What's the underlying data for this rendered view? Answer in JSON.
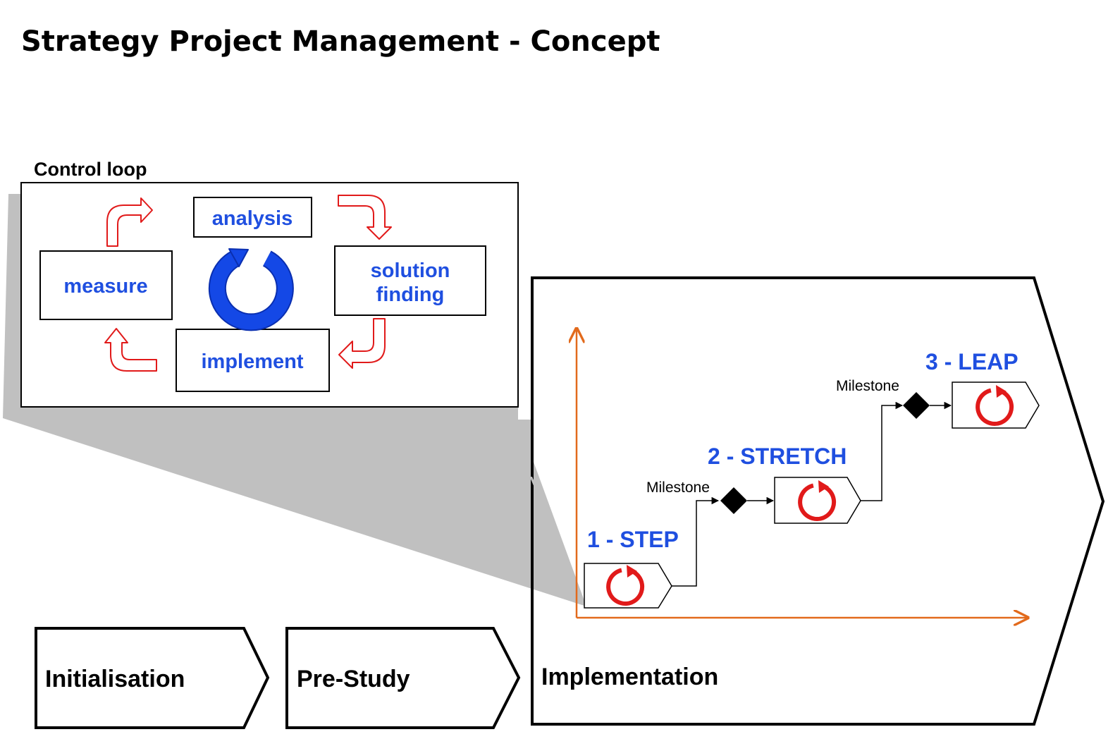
{
  "title": "Strategy Project Management - Concept",
  "control_loop": {
    "heading": "Control loop",
    "steps": {
      "analysis": "analysis",
      "solution_line1": "solution",
      "solution_line2": "finding",
      "implement": "implement",
      "measure": "measure"
    }
  },
  "phases": {
    "initialisation": "Initialisation",
    "pre_study": "Pre-Study",
    "implementation": "Implementation"
  },
  "stages": {
    "step": "1 - STEP",
    "stretch": "2 - STRETCH",
    "leap": "3 - LEAP"
  },
  "milestones": {
    "first": "Milestone",
    "second": "Milestone"
  },
  "colors": {
    "blue_text": "#1f4fe0",
    "red_arrow": "#e11a1a",
    "orange_axis": "#e26a1c",
    "cycle_blue": "#1448e6"
  }
}
